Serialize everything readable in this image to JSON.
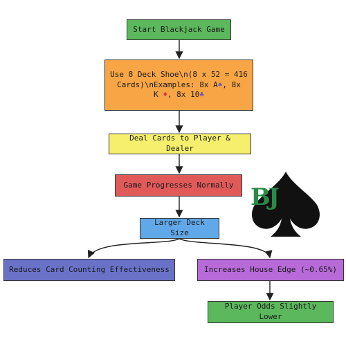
{
  "nodes": {
    "start": "Start Blackjack Game",
    "shoe_line1": "Use 8 Deck Shoe\\n(8 x 52 = 416",
    "shoe_line2": "Cards)\\nExamples: 8x A",
    "shoe_line2b": ", 8x",
    "shoe_line3a": "K",
    "shoe_line3b": ", 8x 10",
    "deal": "Deal Cards to Player & Dealer",
    "progresses": "Game Progresses Normally",
    "larger": "Larger Deck Size",
    "reduces": "Reduces Card Counting Effectiveness",
    "increases": "Increases House Edge (~0.65%)",
    "lower": "Player Odds Slightly Lower"
  },
  "suits": {
    "spade": "♠",
    "diamond": "♦",
    "club": "♣"
  },
  "logo": {
    "text": "BJ",
    "icon": "spade-icon",
    "color": "#2a8a4a"
  },
  "colors": {
    "start": "#5cb85c",
    "shoe": "#f7a545",
    "deal": "#f6ef6e",
    "progresses": "#e05a5a",
    "larger": "#60a8e8",
    "reduces": "#6a72c8",
    "increases": "#b86ad8",
    "lower": "#5cb85c"
  }
}
